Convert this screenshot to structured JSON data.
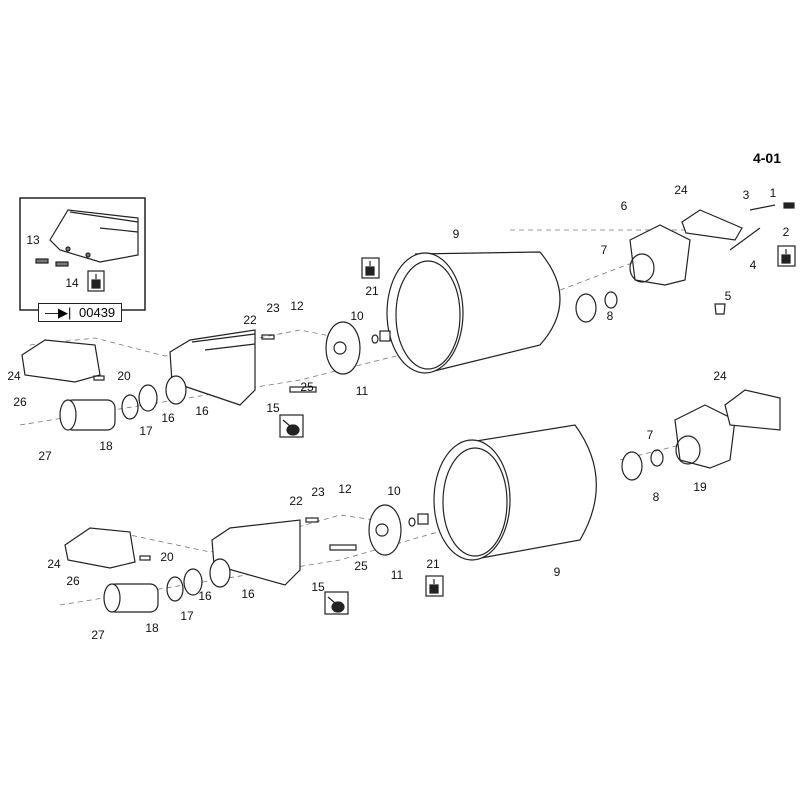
{
  "page_code": "4-01",
  "inset": {
    "reference_arrow": "—▶|",
    "reference_number": "00439"
  },
  "labels": {
    "top_24": "24",
    "top_3": "3",
    "top_1": "1",
    "top_6": "6",
    "top_2": "2",
    "top_7": "7",
    "top_4": "4",
    "top_5": "5",
    "top_8": "8",
    "top_9": "9",
    "top_21": "21",
    "top_10": "10",
    "top_11": "11",
    "top_12": "12",
    "top_23": "23",
    "top_22": "22",
    "top_25": "25",
    "top_15": "15",
    "top_24b": "24",
    "top_20": "20",
    "top_16a": "16",
    "top_16b": "16",
    "top_17": "17",
    "top_18": "18",
    "top_26": "26",
    "top_27": "27",
    "inset_13": "13",
    "inset_14": "14",
    "bot_24": "24",
    "bot_7": "7",
    "bot_8": "8",
    "bot_19": "19",
    "bot_9": "9",
    "bot_12": "12",
    "bot_23": "23",
    "bot_22": "22",
    "bot_10": "10",
    "bot_21": "21",
    "bot_11": "11",
    "bot_25": "25",
    "bot_15": "15",
    "bot_24b": "24",
    "bot_20": "20",
    "bot_16a": "16",
    "bot_16b": "16",
    "bot_17": "17",
    "bot_18": "18",
    "bot_26": "26",
    "bot_27": "27"
  }
}
